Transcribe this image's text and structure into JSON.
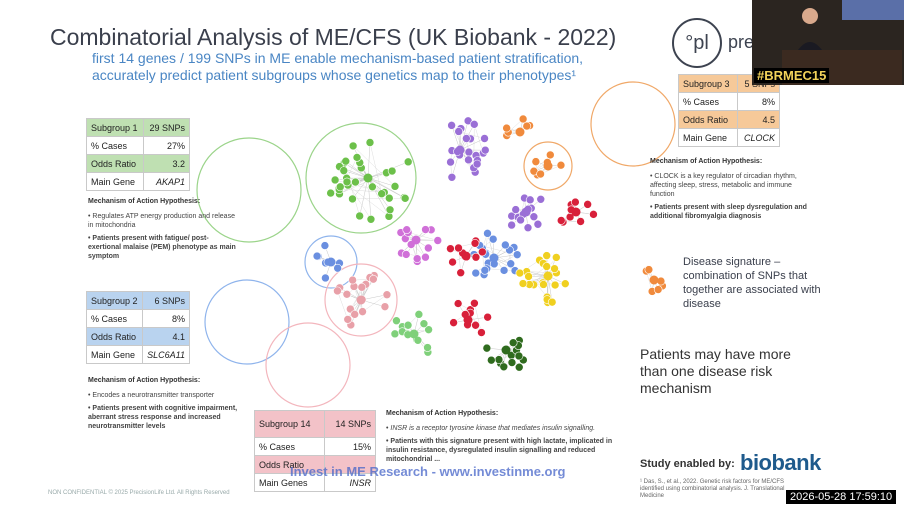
{
  "title": "Combinatorial Analysis of ME/CFS (UK Biobank - 2022)",
  "subtitle_line1": "first 14 genes / 199 SNPs in ME enable mechanism-based patient stratification,",
  "subtitle_line2": "accurately predict patient subgroups whose genetics map to their phenotypes¹",
  "logo": {
    "symbol": "°pl",
    "text": "pre"
  },
  "video": {
    "hashtag": "#BRMEC15"
  },
  "subgroups": [
    {
      "name": "Subgroup 1",
      "snps": "29 SNPs",
      "cases_label": "% Cases",
      "cases": "27%",
      "odds_label": "Odds Ratio",
      "odds": "3.2",
      "gene_label": "Main Gene",
      "gene": "AKAP1",
      "color": "#bfe0b2",
      "moa_title": "Mechanism of Action Hypothesis:",
      "moa_1": "Regulates ATP energy production and release in mitochondria",
      "moa_2": "Patients present with fatigue/ post-exertional malaise (PEM) phenotype as main symptom"
    },
    {
      "name": "Subgroup 2",
      "snps": "6 SNPs",
      "cases_label": "% Cases",
      "cases": "8%",
      "odds_label": "Odds Ratio",
      "odds": "4.1",
      "gene_label": "Main Gene",
      "gene": "SLC6A11",
      "color": "#b9d3ef",
      "moa_title": "Mechanism of Action Hypothesis:",
      "moa_1": "Encodes a neurotransmitter transporter",
      "moa_2": "Patients present with cognitive impairment, aberrant stress response and increased neurotransmitter levels"
    },
    {
      "name": "Subgroup 3",
      "snps": "5 SNPs",
      "cases_label": "% Cases",
      "cases": "8%",
      "odds_label": "Odds Ratio",
      "odds": "4.5",
      "gene_label": "Main Gene",
      "gene": "CLOCK",
      "color": "#f6c999",
      "moa_title": "Mechanism of Action Hypothesis:",
      "moa_1": "CLOCK is a key regulator of circadian rhythm, affecting sleep, stress, metabolic and immune function",
      "moa_2": "Patients present with sleep dysregulation and additional fibromyalgia diagnosis"
    },
    {
      "name": "Subgroup 14",
      "snps": "14 SNPs",
      "cases_label": "% Cases",
      "cases": "15%",
      "odds_label": "Odds Ratio",
      "odds": "",
      "gene_label": "Main Genes",
      "gene": "INSR",
      "color": "#f3c2c8",
      "moa_title": "Mechanism of Action Hypothesis:",
      "moa_1": "INSR is a receptor tyrosine kinase that mediates insulin signalling.",
      "moa_2": "Patients with this signature present with high lactate, implicated in insulin resistance, dysregulated insulin signalling and reduced mitochondrial ..."
    }
  ],
  "disease_signature": "Disease signature – combination of SNPs that together are associated with disease",
  "multi_mechanism": "Patients may have more than one disease risk mechanism",
  "study_label": "Study enabled by:",
  "biobank": "biobank",
  "footnote": "¹ Das, S., et al., 2022. Genetic risk factors for ME/CFS identified using combinatorial analysis. J. Translational Medicine",
  "footer": "NON CONFIDENTIAL © 2025 PrecisionLife Ltd. All Rights Reserved",
  "watermark": "Invest in ME Research - www.investinme.org",
  "timestamp": "2026-05-28  17:59:10",
  "colors": {
    "green": "#6cc04a",
    "purple": "#9a6fd6",
    "orange": "#f08a3c",
    "red": "#d8203a",
    "blue": "#6a8fe0",
    "pink": "#e8a0a8",
    "magenta": "#d070d8",
    "yellow": "#f0d020",
    "darkgreen": "#2f6b1e",
    "lightgreen": "#7fd07a"
  }
}
